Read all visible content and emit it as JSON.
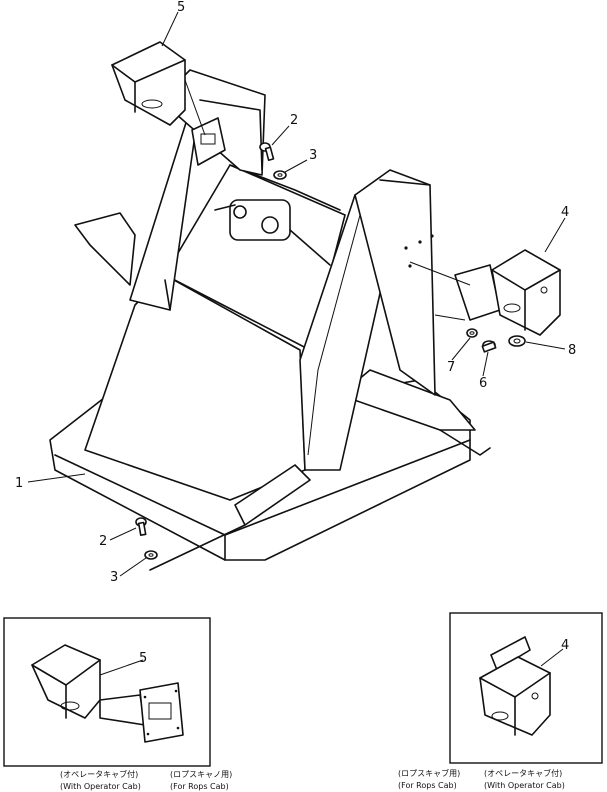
{
  "callouts": {
    "c1": "1",
    "c2a": "2",
    "c2b": "2",
    "c3a": "3",
    "c3b": "3",
    "c4": "4",
    "c4_inset": "4",
    "c5": "5",
    "c5_inset": "5",
    "c6": "6",
    "c7": "7",
    "c8": "8"
  },
  "captions": {
    "left_jp_1": "(オペレータキャブ付)",
    "left_jp_2": "(ロプスキャノ用)",
    "left_en_1": "(With Operator Cab)",
    "left_en_2": "(For Rops Cab)",
    "right_jp_1": "(ロプスキャブ用)",
    "right_jp_2": "(オペレータキャブ付)",
    "right_en_1": "(For Rops Cab)",
    "right_en_2": "(With Operator Cab)"
  }
}
